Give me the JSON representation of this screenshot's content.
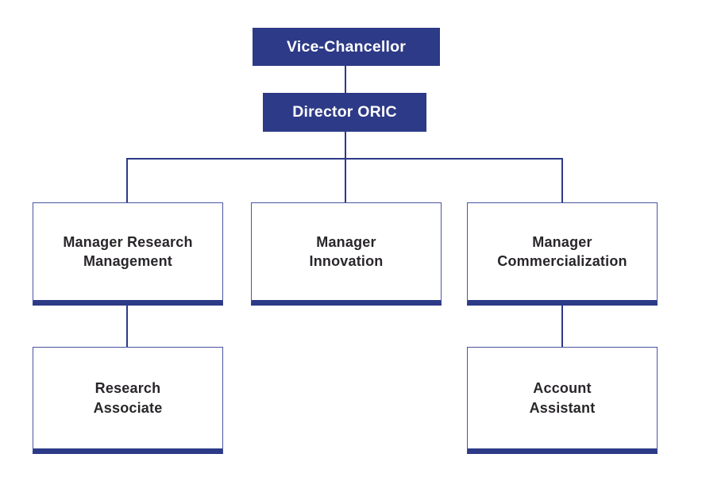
{
  "org": {
    "colors": {
      "primary": "#2d3a87",
      "border": "#4a55a0",
      "line": "#2d3a87",
      "ink": "#29262a",
      "paper": "#ffffff"
    },
    "nodes": [
      {
        "id": "vice-chancellor",
        "label": "Vice-Chancellor",
        "level": 1,
        "reports_to": null
      },
      {
        "id": "director-oric",
        "label": "Director ORIC",
        "level": 2,
        "reports_to": "vice-chancellor"
      },
      {
        "id": "manager-research-management",
        "label": "Manager Research\nManagement",
        "level": 3,
        "reports_to": "director-oric"
      },
      {
        "id": "manager-innovation",
        "label": "Manager\nInnovation",
        "level": 3,
        "reports_to": "director-oric"
      },
      {
        "id": "manager-commercialization",
        "label": "Manager\nCommercialization",
        "level": 3,
        "reports_to": "director-oric"
      },
      {
        "id": "research-associate",
        "label": "Research\nAssociate",
        "level": 4,
        "reports_to": "manager-research-management"
      },
      {
        "id": "account-assistant",
        "label": "Account\nAssistant",
        "level": 4,
        "reports_to": "manager-commercialization"
      }
    ]
  }
}
